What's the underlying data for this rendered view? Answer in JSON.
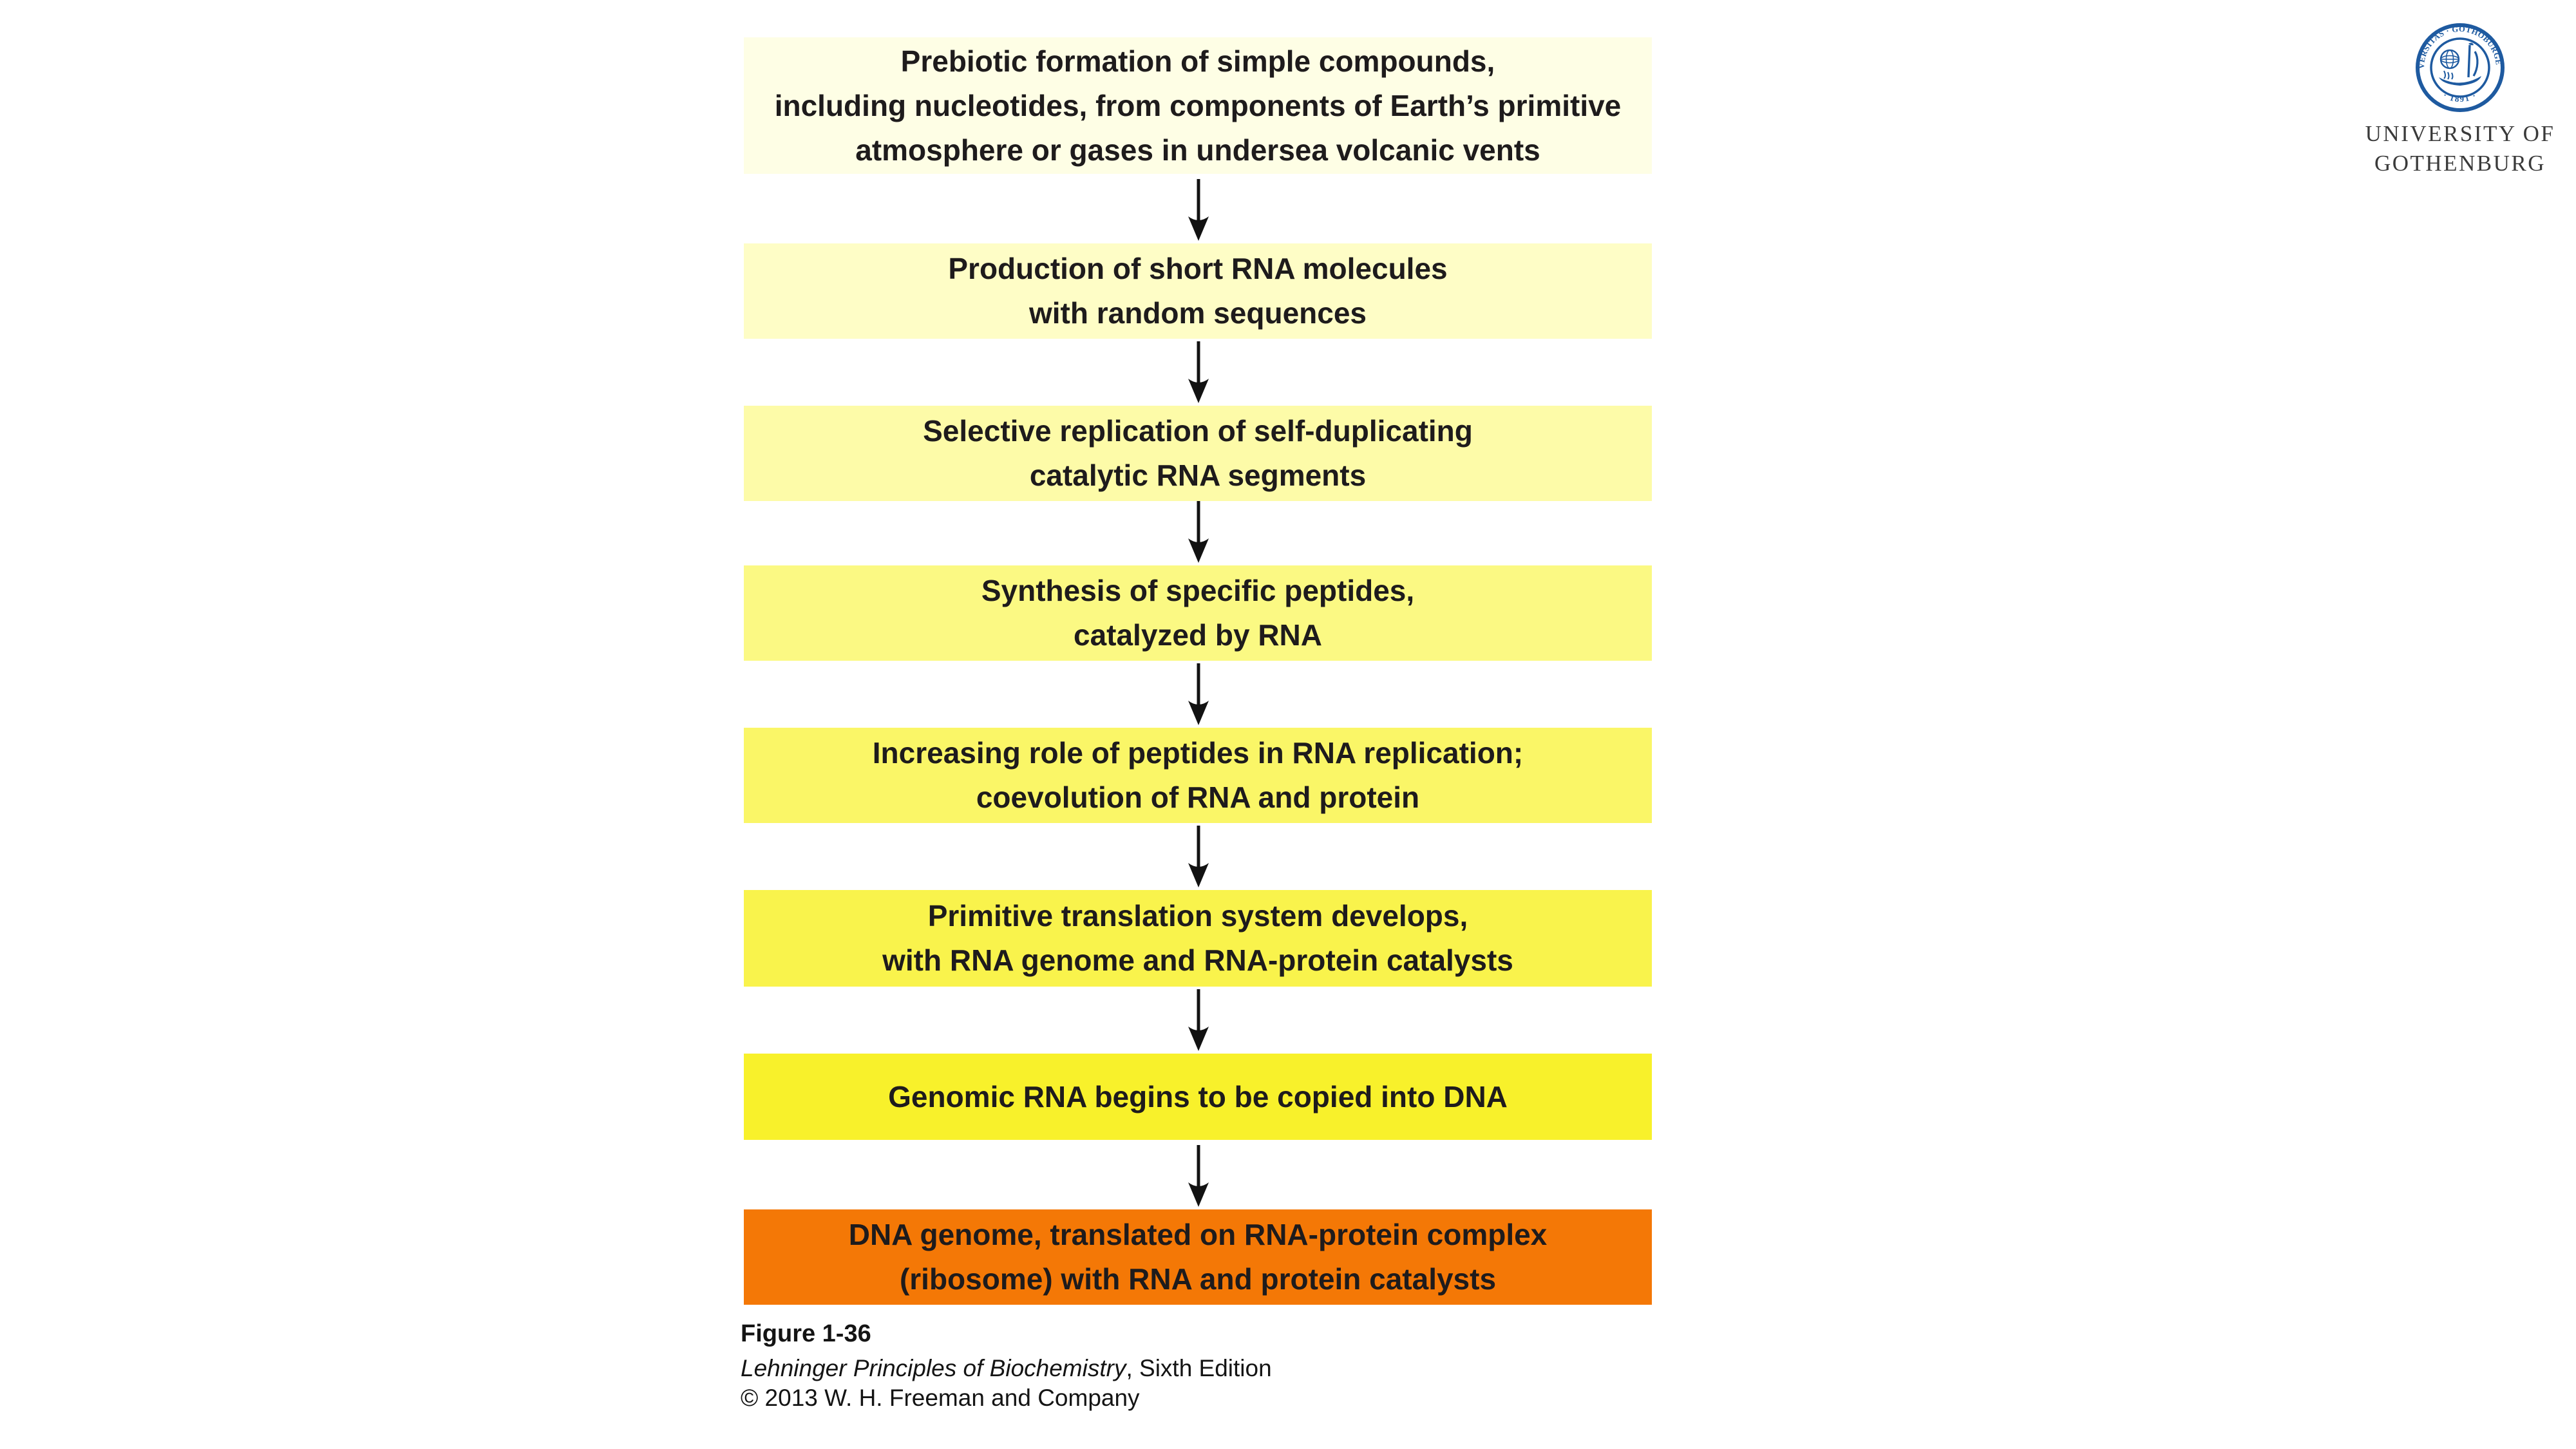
{
  "flowchart": {
    "text_color": "#1e1b1c",
    "arrow_color": "#121212",
    "steps": [
      {
        "label": "Prebiotic formation of simple compounds,\nincluding nucleotides, from components of Earth’s primitive\natmosphere or gases in undersea volcanic vents",
        "color": "#FEFEE5"
      },
      {
        "label": "Production of short RNA molecules\nwith random sequences",
        "color": "#FEFDC6"
      },
      {
        "label": "Selective replication of self-duplicating\ncatalytic RNA segments",
        "color": "#FDFBA8"
      },
      {
        "label": "Synthesis of specific peptides,\ncatalyzed by RNA",
        "color": "#FBF983"
      },
      {
        "label": "Increasing role of peptides in RNA replication;\ncoevolution of RNA and protein",
        "color": "#FAF667"
      },
      {
        "label": "Primitive translation system develops,\nwith RNA genome and RNA-protein catalysts",
        "color": "#F9F34C"
      },
      {
        "label": "Genomic RNA begins to be copied into DNA",
        "color": "#F8F12B"
      },
      {
        "label": "DNA genome, translated on RNA-protein complex\n(ribosome) with RNA and protein catalysts",
        "color": "#F47806"
      }
    ]
  },
  "caption": {
    "figure_label": "Figure 1-36",
    "book_title": "Lehninger Principles of Biochemistry",
    "edition_suffix": ", Sixth Edition",
    "copyright": "© 2013 W. H. Freeman and Company"
  },
  "logo": {
    "seal_color": "#1E5AA0",
    "seal_ring_text": "UNIVERSITAS · GOTHOBURGENSIS",
    "seal_year": "· 1891 ·",
    "university_line1": "UNIVERSITY OF",
    "university_line2": "GOTHENBURG"
  }
}
